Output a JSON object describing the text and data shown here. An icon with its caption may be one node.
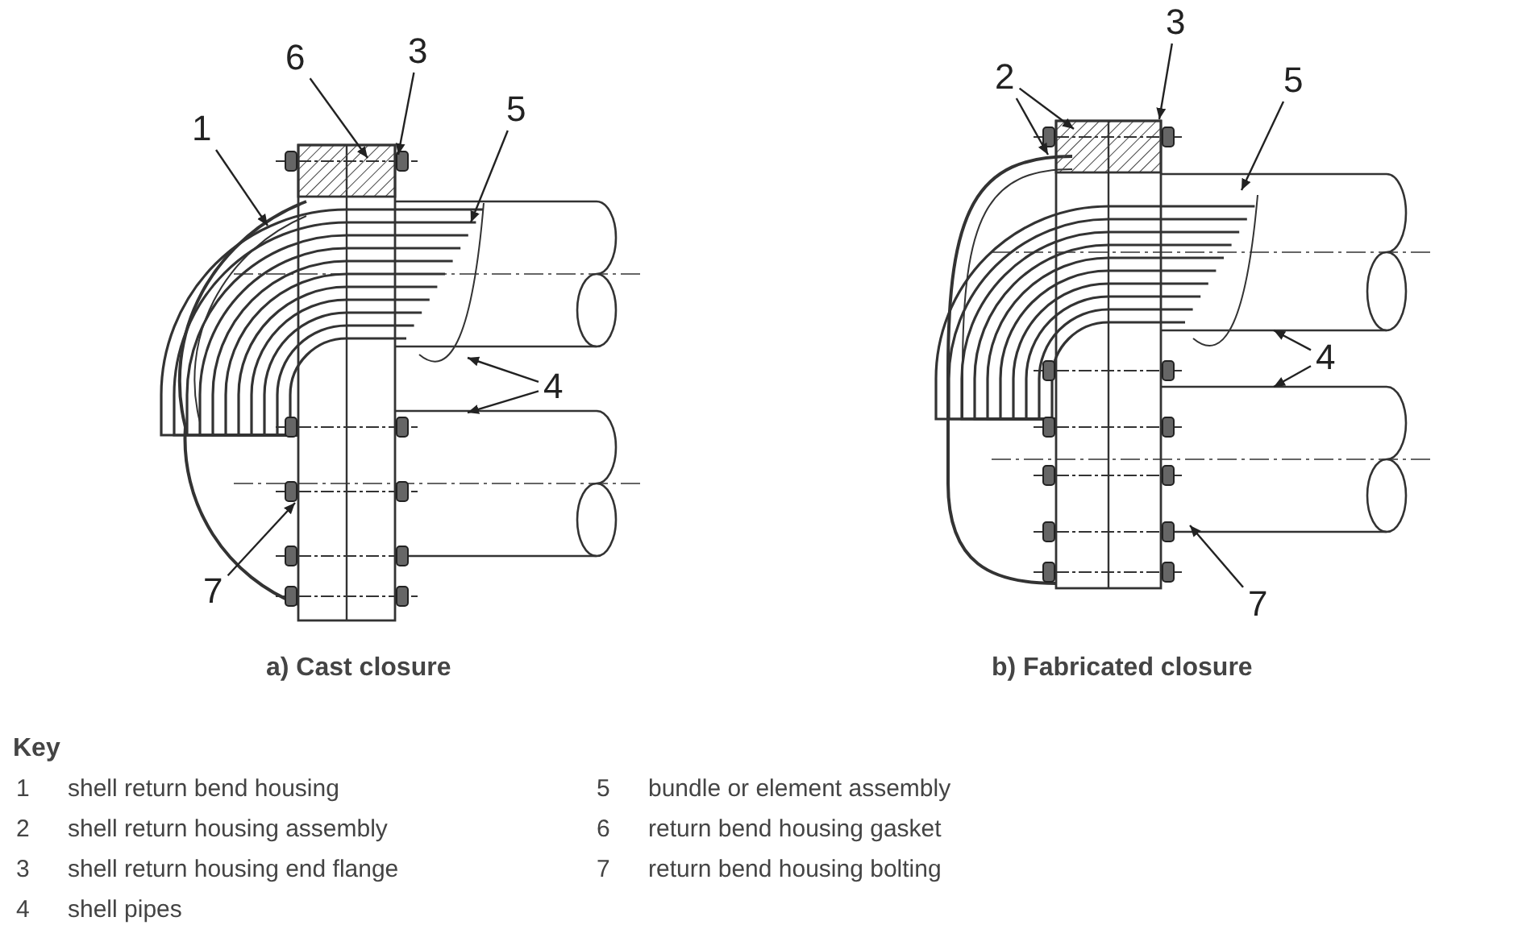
{
  "diagram": {
    "nodes": [
      {
        "text": [
          "1"
        ]
      },
      {
        "text": [
          "6"
        ]
      },
      {
        "text": [
          "3"
        ]
      },
      {
        "text": [
          "5"
        ]
      },
      {
        "text": [
          "4"
        ]
      },
      {
        "text": [
          "7"
        ]
      },
      {
        "text": [
          "2"
        ]
      },
      {
        "text": [
          "3"
        ]
      },
      {
        "text": [
          "5"
        ]
      },
      {
        "text": [
          "4"
        ]
      },
      {
        "text": [
          "7"
        ]
      }
    ],
    "edges": [
      {
        "from": 0,
        "to": null,
        "arrow": "to"
      },
      {
        "from": 1,
        "to": null,
        "arrow": "to"
      },
      {
        "from": 2,
        "to": null,
        "arrow": "to"
      },
      {
        "from": 3,
        "to": null,
        "arrow": "to"
      },
      {
        "from": 4,
        "to": null,
        "arrow": "to"
      },
      {
        "from": 4,
        "to": null,
        "arrow": "to"
      },
      {
        "from": 5,
        "to": null,
        "arrow": "to"
      },
      {
        "from": 6,
        "to": null,
        "arrow": "to"
      },
      {
        "from": 6,
        "to": null,
        "arrow": "to"
      },
      {
        "from": 7,
        "to": null,
        "arrow": "to"
      },
      {
        "from": 8,
        "to": null,
        "arrow": "to"
      },
      {
        "from": 9,
        "to": null,
        "arrow": "to"
      },
      {
        "from": 9,
        "to": null,
        "arrow": "to"
      },
      {
        "from": 10,
        "to": null,
        "arrow": "to"
      }
    ],
    "labels": [
      "a) Cast closure",
      "b) Fabricated closure",
      "Key",
      "1",
      "shell return bend housing",
      "5",
      "bundle or element assembly",
      "2",
      "shell return housing assembly",
      "6",
      "return bend housing gasket",
      "3",
      "shell return housing end flange",
      "7",
      "return bend housing bolting",
      "4",
      "shell pipes"
    ]
  }
}
